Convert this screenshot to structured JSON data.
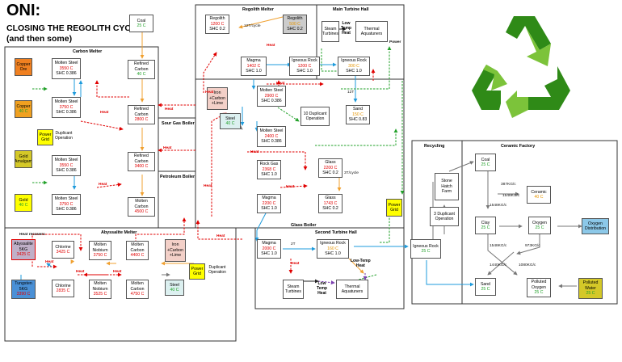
{
  "title": {
    "main": "ONI:",
    "line2": "CLOSING THE REGOLITH CYCLE",
    "line3": "(and then some)"
  },
  "sections": {
    "carbon_melter": "Carbon Melter",
    "regolith_melter": "Regolith Melter",
    "main_turbine_hall": "Main Turbine Hall",
    "sour_gas_boiler": "Sour Gas Boiler",
    "petroleum_boiler": "Petroleum Boiler",
    "glass_boiler": "Glass Boiler",
    "abyssalite_melter": "Abyssalite Melter",
    "second_turbine_hall": "Second Turbine Hall",
    "recycling": "Recycling",
    "ceramic_factory": "Ceramic Factory"
  },
  "nodes": {
    "coal_top": {
      "name": "Coal",
      "temp": "25 C"
    },
    "copper_ore": {
      "name": "Copper\nOre"
    },
    "copper": {
      "name": "Copper",
      "temp": "40 C"
    },
    "power_grid_1": {
      "name": "Power\nGrid"
    },
    "duplicant_op_1": {
      "name": "Duplicant\nOperation"
    },
    "gold_amalgam": {
      "name": "Gold\nAmalgam"
    },
    "gold": {
      "name": "Gold",
      "temp": "40 C"
    },
    "ms_a": {
      "name": "Molten Steel",
      "temp": "3550 C",
      "shc": "SHC 0.386"
    },
    "ms_b": {
      "name": "Molten Steel",
      "temp": "3750 C",
      "shc": "SHC 0.386"
    },
    "ms_c": {
      "name": "Molten Steel",
      "temp": "3550 C",
      "shc": "SHC 0.386"
    },
    "ms_d": {
      "name": "Molten Steel",
      "temp": "3750 C",
      "shc": "SHC 0.386"
    },
    "rc_1": {
      "name": "Refined\nCarbon",
      "temp": "40 C"
    },
    "rc_2": {
      "name": "Refined\nCarbon",
      "temp": "2800 C"
    },
    "rc_3": {
      "name": "Refined\nCarbon",
      "temp": "3400 C"
    },
    "molten_carbon_1": {
      "name": "Molten\nCarbon",
      "temp": "4500 C"
    },
    "regolith_1": {
      "name": "Regolith",
      "temp": "1200 C",
      "shc": "SHC 0.2"
    },
    "regolith_2": {
      "name": "Regolith",
      "temp": "500 C",
      "shc": "SHC 0.2"
    },
    "magma_1": {
      "name": "Magma",
      "temp": "1402 C",
      "shc": "SHC 1.0"
    },
    "igneous_1": {
      "name": "Igneous Rock",
      "temp": "1200 C",
      "shc": "SHC 1.0"
    },
    "igneous_2": {
      "name": "Igneous Rock",
      "temp": "300 C",
      "shc": "SHC 1.0"
    },
    "steam_turbines_1": {
      "name": "Steam\nTurbines"
    },
    "thermal_aquatuners_1": {
      "name": "Thermal\nAquatuners"
    },
    "iron_carbon_lime_1": {
      "name": "Iron\n+Carbon\n+Lime"
    },
    "steel_1": {
      "name": "Steel",
      "temp": "40 C"
    },
    "ms_e": {
      "name": "Molten Steel",
      "temp": "2900 C",
      "shc": "SHC 0.386"
    },
    "ms_f": {
      "name": "Molten Steel",
      "temp": "2400 C",
      "shc": "SHC 0.386"
    },
    "dup_10": {
      "name": "10 Duplicant\nOperation"
    },
    "sand_1": {
      "name": "Sand",
      "temp": "150 C",
      "shc": "SHC 0.83"
    },
    "rock_gas": {
      "name": "Rock Gas",
      "temp": "2368 C",
      "shc": "SHC 1.0"
    },
    "glass_1": {
      "name": "Glass",
      "temp": "2200 C",
      "shc": "SHC 0.2"
    },
    "magma_2": {
      "name": "Magma",
      "temp": "2200 C",
      "shc": "SHC 1.0"
    },
    "glass_2": {
      "name": "Glass",
      "temp": "1743 C",
      "shc": "SHC 0.2"
    },
    "power_grid_2": {
      "name": "Power\nGrid"
    },
    "abyssalite_5kg": {
      "name": "Abyssalite\n5KG",
      "temp": "3425 C"
    },
    "tungsten_5kg": {
      "name": "Tungsten\n5KG",
      "temp": "3390 C"
    },
    "chlorine_1": {
      "name": "Chlorine",
      "temp": "3425 C"
    },
    "chlorine_2": {
      "name": "Chlorine",
      "temp": "2835 C"
    },
    "molten_niobium_1": {
      "name": "Molten\nNiobium",
      "temp": "3750 C"
    },
    "molten_niobium_2": {
      "name": "Molten\nNiobium",
      "temp": "3525 C"
    },
    "molten_carbon_2": {
      "name": "Molten\nCarbon",
      "temp": "4400 C"
    },
    "molten_carbon_3": {
      "name": "Molten\nCarbon",
      "temp": "4750 C"
    },
    "iron_carbon_lime_2": {
      "name": "Iron\n+Carbon\n+Lime"
    },
    "power_grid_3": {
      "name": "Power\nGrid"
    },
    "duplicant_op_3": {
      "name": "Duplicant\nOperation"
    },
    "steel_2": {
      "name": "Steel",
      "temp": "40 C"
    },
    "magma_3": {
      "name": "Magma",
      "temp": "2000 C",
      "shc": "SHC 1.0"
    },
    "igneous_3": {
      "name": "Igneous Rock",
      "temp": "160 C",
      "shc": "SHC 1.0"
    },
    "steam_turbines_2": {
      "name": "Steam\nTurbines"
    },
    "thermal_aquatuners_2": {
      "name": "Thermal\nAquatuners"
    },
    "igneous_4": {
      "name": "Igneous Rock",
      "temp": "25 C"
    },
    "stone_hatch_farm": {
      "name": "Stone\nHatch\nFarm"
    },
    "dup_3": {
      "name": "3 Duplicant\nOperation"
    },
    "coal_2": {
      "name": "Coal",
      "temp": "25 C"
    },
    "ceramic": {
      "name": "Ceramic",
      "temp": "40 C"
    },
    "clay": {
      "name": "Clay",
      "temp": "25 C"
    },
    "oxygen": {
      "name": "Oxygen",
      "temp": "25 C"
    },
    "oxygen_distribution": {
      "name": "Oxygen\nDistribution"
    },
    "sand_2": {
      "name": "Sand",
      "temp": "25 C"
    },
    "polluted_oxygen": {
      "name": "Polluted\nOxygen",
      "temp": "25 C"
    },
    "polluted_water": {
      "name": "Polluted\nWater",
      "temp": "25 C"
    }
  },
  "labels": {
    "heat": "Heat",
    "heat_recovers": "Heat recovers",
    "power": "Power",
    "low_temp_heat": "Low\nTemp\nHeat",
    "low_temp_heat_2": "Low-Temp\nHeat",
    "rate_12t": "12T/cycle",
    "rate_3t": "3T/cycle",
    "rate_2t": "2T",
    "rate_12t_short": "12T",
    "rate_387": "387KG/c",
    "rate_1548a": "1548KG/c",
    "rate_1548b": "1548KG/c",
    "rate_1548c": "1548KG/c",
    "rate_973": "973KG/c",
    "rate_1440": "1440KG/c",
    "rate_1080": "1080KG/c"
  },
  "colors": {
    "heat": "#e00000",
    "blue": "#1e9bdc",
    "green": "#22a12a",
    "orange": "#f0a030",
    "purple": "#7b3fb0",
    "gray": "#777777",
    "recycle_dark": "#2f8a17",
    "recycle_light": "#7cc33a",
    "yellow_box": "#ffff00",
    "orange_box": "#f08020",
    "teal_box": "#dcf0f0",
    "pink_box": "#f3d0c8",
    "gold_box": "#d4c828",
    "tungsten_box": "#4a90d6",
    "abyss_box": "#c0b0c8",
    "distribution_box": "#8cc8e8"
  },
  "icons": {
    "recycle": "recycle-icon"
  }
}
